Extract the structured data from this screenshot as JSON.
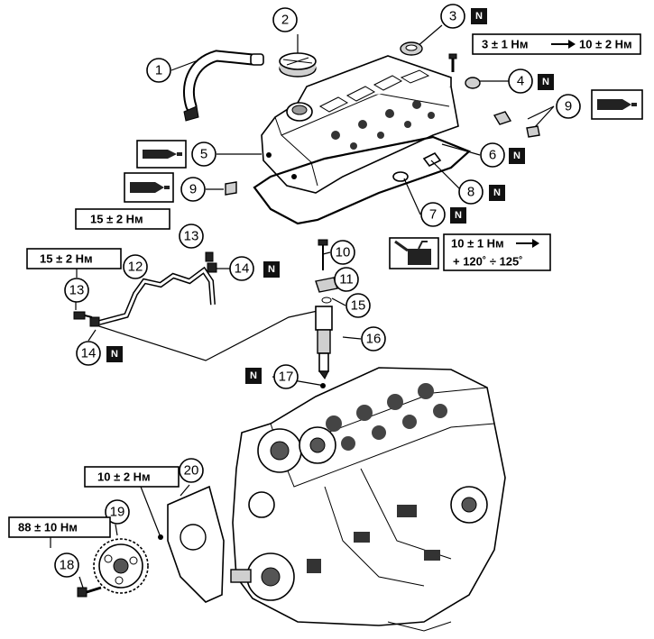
{
  "callouts": [
    "1",
    "2",
    "3",
    "4",
    "5",
    "6",
    "7",
    "8",
    "9",
    "9",
    "10",
    "11",
    "12",
    "13",
    "13",
    "14",
    "14",
    "15",
    "16",
    "17",
    "18",
    "19",
    "20"
  ],
  "n_badge": "N",
  "torque": {
    "bolt_3": "3 ± 1 Нм",
    "bolt_3_final": "10 ± 2 Нм",
    "injector_clamp_line1": "10 ± 1 Нм",
    "injector_clamp_line2": "+ 120˚ ÷ 125˚",
    "pipe_upper": "15 ± 2 Нм",
    "pipe_left": "15 ± 2 Нм",
    "cover_bolt": "10 ± 2 Нм",
    "pulley_bolt": "88 ± 10 Нм"
  },
  "icons": [
    "sealant-tube-icon",
    "oil-can-icon"
  ]
}
